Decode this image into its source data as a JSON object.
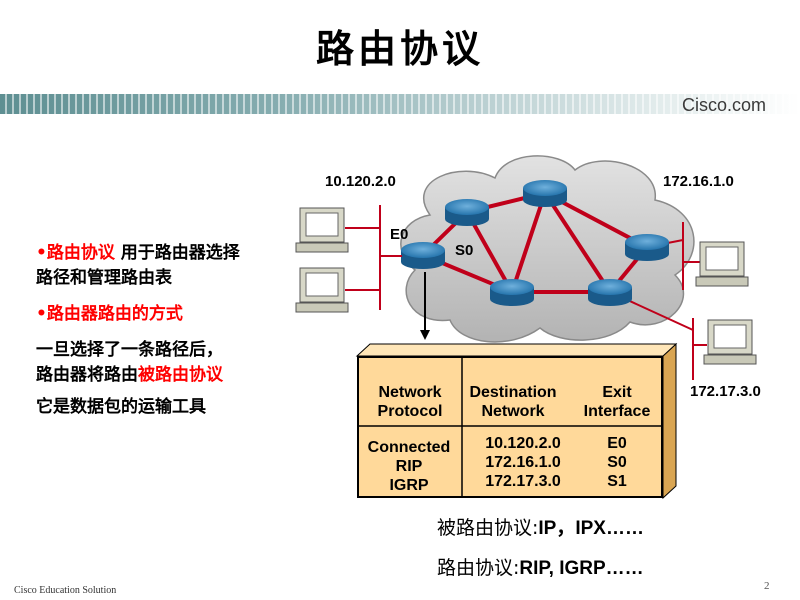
{
  "title": "路由协议",
  "brand": "Cisco.com",
  "bullets": {
    "b1_head": "路由协议",
    "b1_rest": "用于路由器选择",
    "b1_line2": "路径和管理路由表",
    "b2_head": "路由器路由的方式",
    "b3_line1": "一旦选择了一条路径后，",
    "b3_line2_a": "路由器将路由",
    "b3_line2_b": "被路由协议",
    "b3_line3": "它是数据包的运输工具",
    "bullet_glyph": "•"
  },
  "network": {
    "net1": "10.120.2.0",
    "net2": "172.16.1.0",
    "net3": "172.17.3.0",
    "if_e0": "E0",
    "if_s0": "S0"
  },
  "routing_table": {
    "col1_header_l1": "Network",
    "col1_header_l2": "Protocol",
    "col2_header_l1": "Destination",
    "col2_header_l2": "Network",
    "col3_header_l1": "Exit",
    "col3_header_l2": "Interface",
    "rows": [
      {
        "protocol": "Connected",
        "network": "10.120.2.0",
        "iface": "E0"
      },
      {
        "protocol": "RIP",
        "network": "172.16.1.0",
        "iface": "S0"
      },
      {
        "protocol": "IGRP",
        "network": "172.17.3.0",
        "iface": "S1"
      }
    ]
  },
  "captions": {
    "routed_label": "被路由协议:",
    "routed_value": "IP，IPX……",
    "routing_label": "路由协议:",
    "routing_value": "RIP, IGRP……"
  },
  "footer": "Cisco Education Solution",
  "page_number": "2",
  "colors": {
    "accent_red": "#ff0000",
    "table_fill": "#ffd99a",
    "cloud_fill": "#c9c9c9",
    "router_blue": "#1f6fa8",
    "link_red": "#c0001a"
  }
}
